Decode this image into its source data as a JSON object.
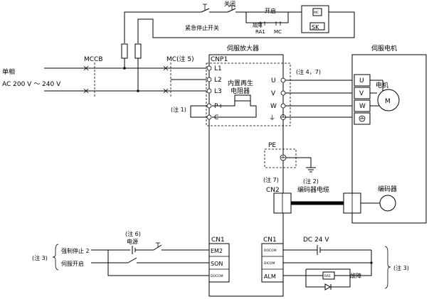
{
  "labels": {
    "close": "关闭",
    "open": "开启",
    "fault": "故障",
    "emergency_switch": "紧急停止开关",
    "ra1": "RA1",
    "mc_small": "MC",
    "sk": "SK",
    "mccb": "MCCB",
    "mc_note5": "MC(注 5)",
    "single_phase": "单相",
    "ac_voltage": "AC 200 V ～ 240 V",
    "amplifier": "伺服放大器",
    "motor": "伺服电机",
    "cnp1": "CNP1",
    "l1": "L1",
    "l2": "L2",
    "l3": "L3",
    "pplus": "P+",
    "c": "C",
    "regen_line1": "内置再生",
    "regen_line2": "电阻器",
    "note1": "(注 1)",
    "u": "U",
    "v": "V",
    "w": "W",
    "note47": "(注 4，7)",
    "motor_u": "U",
    "motor_v": "V",
    "motor_w": "W",
    "motor_label": "电机",
    "motor_m": "M",
    "pe": "PE",
    "note7": "(注 7)",
    "cn2": "CN2",
    "note2": "(注 2)",
    "encoder_cable": "编码器电缆",
    "encoder": "编码器",
    "note6": "(注 6)",
    "power": "电源",
    "cn1_left": "CN1",
    "cn1_right": "CN1",
    "em2": "EM2",
    "son": "SON",
    "docom_left": "DOCOM",
    "docom_right": "DOCOM",
    "dicom": "DICOM",
    "alm": "ALM",
    "dc24": "DC 24 V",
    "note3_left": "(注 3)",
    "note3_right": "(注 3)",
    "forced_stop": "强制停止 2",
    "servo_on": "伺服开启",
    "ra1_box": "RA1"
  }
}
